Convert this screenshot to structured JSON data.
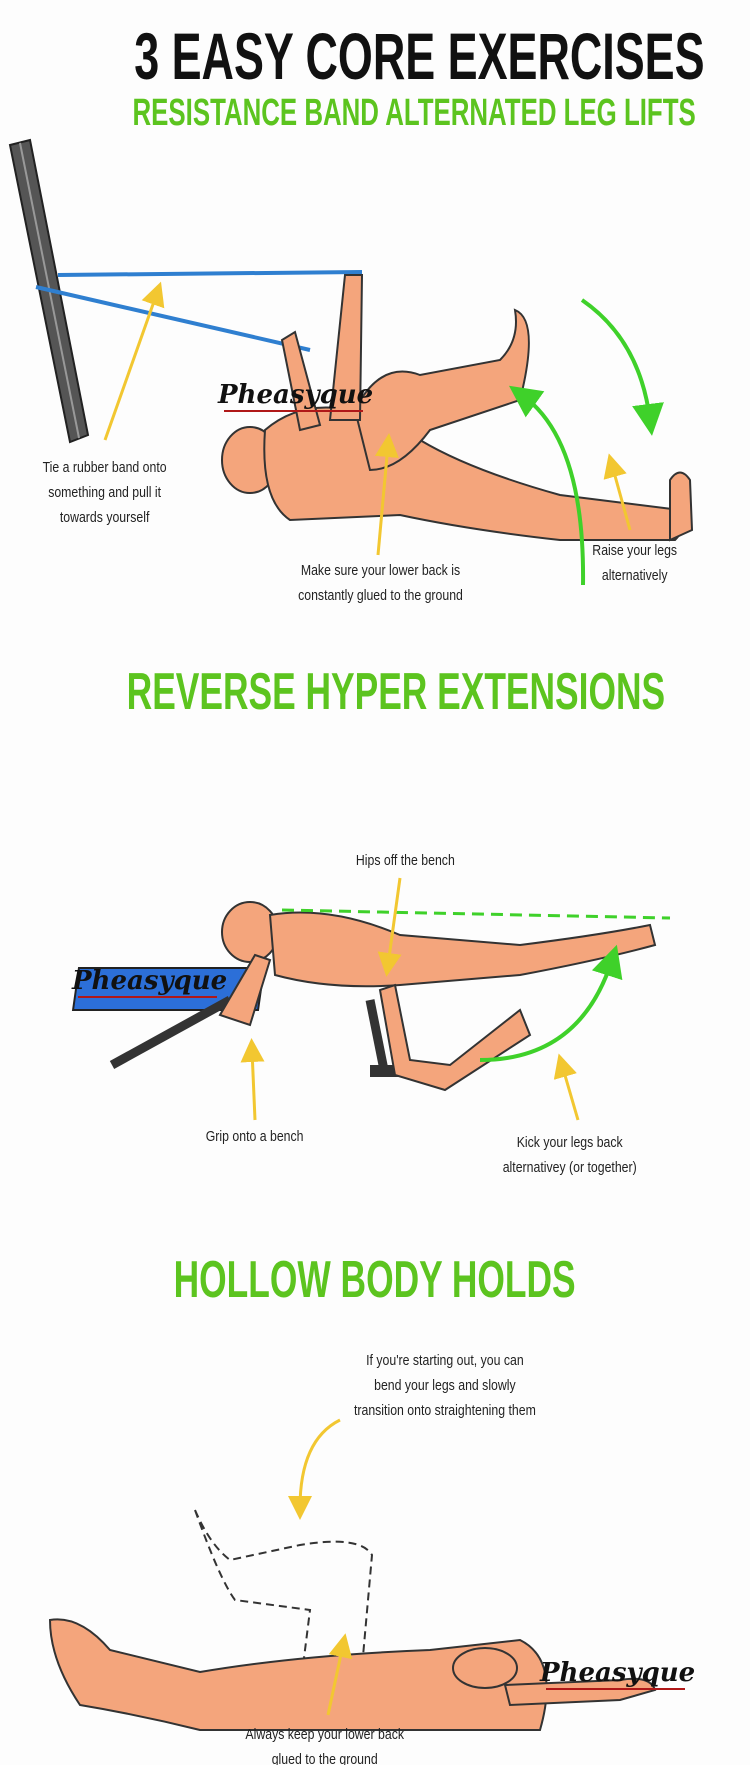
{
  "title": "3 EASY CORE EXERCISES",
  "brand": "Pheasyque",
  "colors": {
    "section_title": "#5cc41f",
    "pointer_arrow": "#f2c731",
    "motion_arrow": "#3fd12a",
    "skin": "#f4a57c",
    "band": "#2f7fd0",
    "bench": "#2c6fd8"
  },
  "sections": [
    {
      "title": "RESISTANCE BAND ALTERNATED LEG LIFTS",
      "notes": [
        "Tie a rubber band onto\nsomething and pull it\ntowards yourself",
        "Make sure your lower back is\nconstantly glued to the ground",
        "Raise your legs\nalternatively"
      ]
    },
    {
      "title": "REVERSE HYPER EXTENSIONS",
      "notes": [
        "Hips off the bench",
        "Grip onto a bench",
        "Kick your legs back\nalternativey (or together)"
      ]
    },
    {
      "title": "HOLLOW BODY HOLDS",
      "notes": [
        "If you're starting out, you can\nbend your legs and slowly\ntransition onto straightening them",
        "Always keep your lower back\nglued to the ground"
      ]
    }
  ]
}
